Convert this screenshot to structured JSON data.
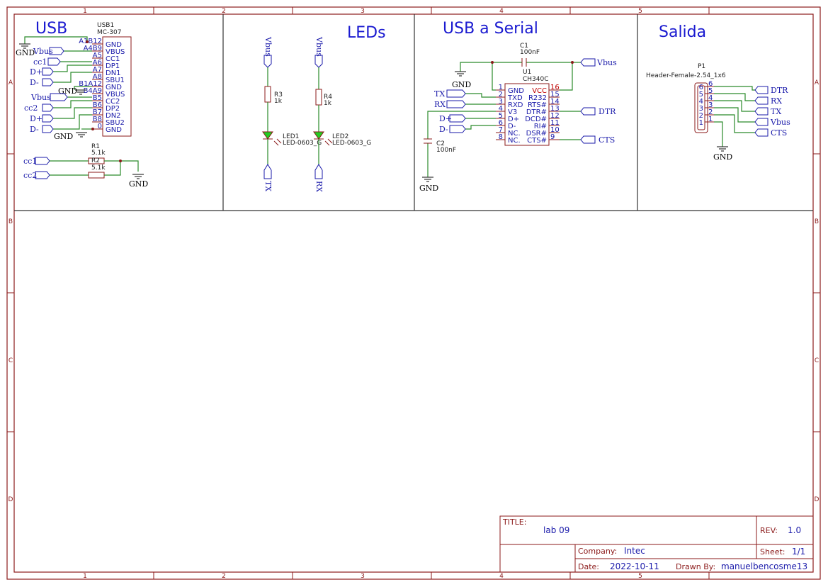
{
  "zones": {
    "columns": [
      "1",
      "2",
      "3",
      "4",
      "5"
    ],
    "rows": [
      "A",
      "B",
      "C",
      "D"
    ]
  },
  "sections": {
    "usb": "USB",
    "leds": "LEDs",
    "usb_serial": "USB a Serial",
    "salida": "Salida"
  },
  "usb_connector": {
    "ref": "USB1",
    "value": "MC-307",
    "pins": [
      {
        "num": "A1B12",
        "name": "GND"
      },
      {
        "num": "A4B9",
        "name": "VBUS"
      },
      {
        "num": "A5",
        "name": "CC1"
      },
      {
        "num": "A6",
        "name": "DP1"
      },
      {
        "num": "A7",
        "name": "DN1"
      },
      {
        "num": "A8",
        "name": "SBU1"
      },
      {
        "num": "B1A12",
        "name": "GND"
      },
      {
        "num": "B4A9",
        "name": "VBUS"
      },
      {
        "num": "B5",
        "name": "CC2"
      },
      {
        "num": "B6",
        "name": "DP2"
      },
      {
        "num": "B7",
        "name": "DN2"
      },
      {
        "num": "B8",
        "name": "SBU2"
      },
      {
        "num": "0",
        "name": "GND"
      }
    ],
    "nets": [
      "Vbus",
      "cc1",
      "D+",
      "D-",
      "Vbus",
      "cc2",
      "D+",
      "D-"
    ]
  },
  "resistors_cc": {
    "r1_ref": "R1",
    "r1_val": "5.1k",
    "r2_ref": "R2",
    "r2_val": "5.1k",
    "net1": "cc1",
    "net2": "cc2"
  },
  "leds": {
    "led1": {
      "net_top": "Vbus",
      "r_ref": "R3",
      "r_val": "1k",
      "ref": "LED1",
      "value": "LED-0603_G",
      "net_bottom": "TX"
    },
    "led2": {
      "net_top": "Vbus",
      "r_ref": "R4",
      "r_val": "1k",
      "ref": "LED2",
      "value": "LED-0603_G",
      "net_bottom": "RX"
    }
  },
  "ch340": {
    "ref": "U1",
    "value": "CH340C",
    "left_pins": [
      {
        "num": "1",
        "name": "GND"
      },
      {
        "num": "2",
        "name": "TXD"
      },
      {
        "num": "3",
        "name": "RXD"
      },
      {
        "num": "4",
        "name": "V3"
      },
      {
        "num": "5",
        "name": "D+"
      },
      {
        "num": "6",
        "name": "D-"
      },
      {
        "num": "7",
        "name": "NC."
      },
      {
        "num": "8",
        "name": "NC."
      }
    ],
    "right_pins": [
      {
        "num": "16",
        "name": "VCC"
      },
      {
        "num": "15",
        "name": "R232"
      },
      {
        "num": "14",
        "name": "RTS#"
      },
      {
        "num": "13",
        "name": "DTR#"
      },
      {
        "num": "12",
        "name": "DCD#"
      },
      {
        "num": "11",
        "name": "RI#"
      },
      {
        "num": "10",
        "name": "DSR#"
      },
      {
        "num": "9",
        "name": "CTS#"
      }
    ],
    "c1_ref": "C1",
    "c1_val": "100nF",
    "c2_ref": "C2",
    "c2_val": "100nF",
    "net_vbus": "Vbus",
    "net_tx": "TX",
    "net_rx": "RX",
    "net_dp": "D+",
    "net_dm": "D-",
    "net_dtr": "DTR",
    "net_cts": "CTS"
  },
  "header": {
    "ref": "P1",
    "value": "Header-Female-2.54_1x6",
    "pins": [
      "6",
      "5",
      "4",
      "3",
      "2",
      "1"
    ],
    "nets": [
      "DTR",
      "RX",
      "TX",
      "Vbus",
      "CTS"
    ]
  },
  "gnd_label": "GND",
  "title_block": {
    "title_label": "TITLE:",
    "title": "lab 09",
    "rev_label": "REV:",
    "rev": "1.0",
    "company_label": "Company:",
    "company": "Intec",
    "sheet_label": "Sheet:",
    "sheet": "1/1",
    "date_label": "Date:",
    "date": "2022-10-11",
    "drawn_label": "Drawn By:",
    "drawn": "manuelbencosme13"
  }
}
